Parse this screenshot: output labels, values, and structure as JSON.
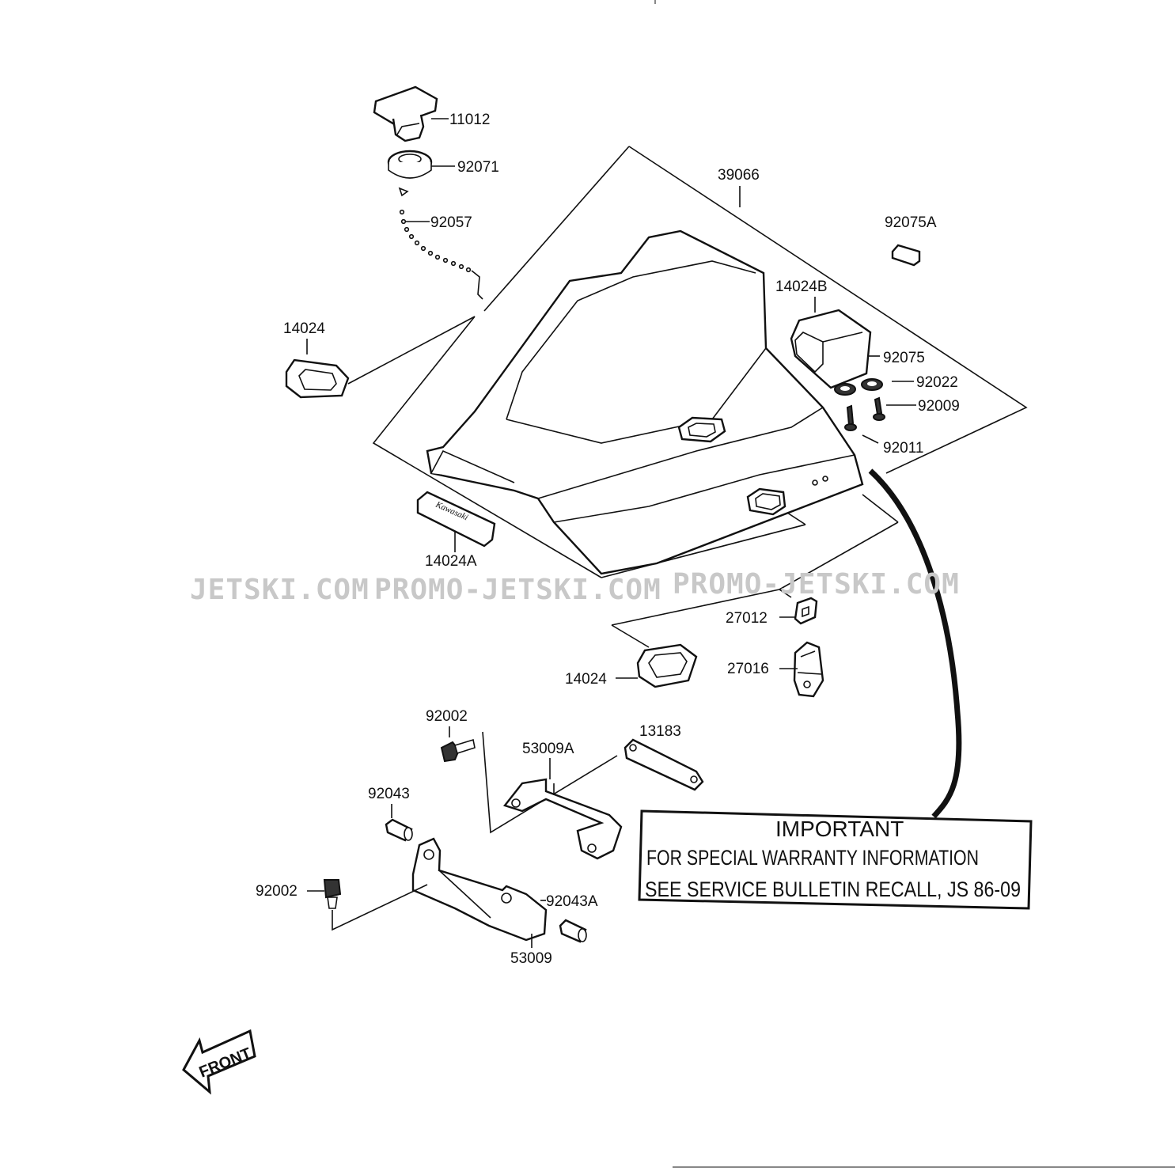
{
  "watermarks": [
    "JETSKI.COM",
    "PROMO-JETSKI.COM",
    "PROMO-JETSKI.COM"
  ],
  "parts": {
    "p11012": "11012",
    "p92071": "92071",
    "p92057": "92057",
    "p39066": "39066",
    "p92075A": "92075A",
    "p14024B": "14024B",
    "p14024_left": "14024",
    "p92075": "92075",
    "p92022": "92022",
    "p92009": "92009",
    "p92011": "92011",
    "p14024A": "14024A",
    "p27012": "27012",
    "p27016": "27016",
    "p14024_bottom": "14024",
    "p92002_top": "92002",
    "p53009A": "53009A",
    "p13183": "13183",
    "p92043": "92043",
    "p92002_bottom": "92002",
    "p92043A": "92043A",
    "p53009": "53009"
  },
  "notice": {
    "heading": "IMPORTANT",
    "line1": "FOR SPECIAL WARRANTY INFORMATION",
    "line2": "SEE SERVICE BULLETIN RECALL, JS 86-09"
  },
  "front_arrow": "FRONT",
  "badge_text": "Kawasaki",
  "icons": {
    "front_arrow": "front-arrow-icon"
  }
}
